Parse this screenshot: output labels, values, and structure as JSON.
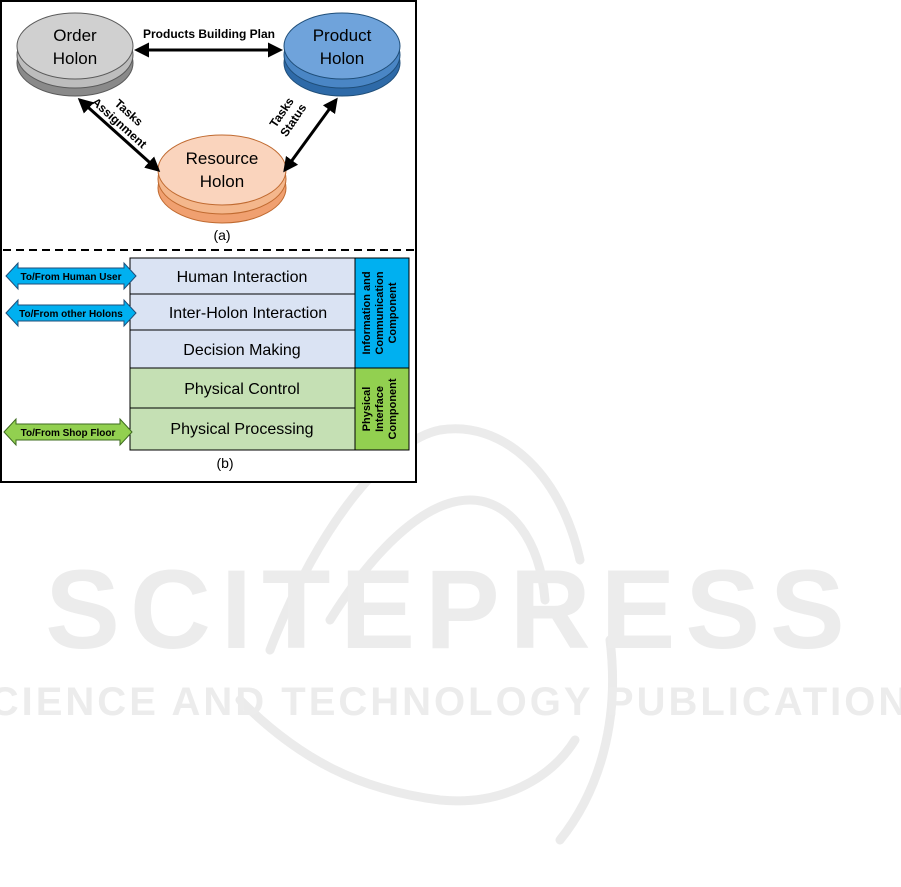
{
  "part_a": {
    "holons": {
      "order": [
        "Order",
        "Holon"
      ],
      "product": [
        "Product",
        "Holon"
      ],
      "resource": [
        "Resource",
        "Holon"
      ]
    },
    "links": {
      "order_product": "Products Building Plan",
      "order_resource": [
        "Tasks",
        "Assignment"
      ],
      "product_resource": [
        "Tasks",
        "Status"
      ]
    },
    "caption": "(a)",
    "colors": {
      "order": "#c8c8c8",
      "product": "#5b9bd5",
      "resource": "#f8cbad"
    }
  },
  "part_b": {
    "layers": [
      "Human Interaction",
      "Inter-Holon Interaction",
      "Decision Making",
      "Physical Control",
      "Physical Processing"
    ],
    "components": {
      "info": [
        "Information and",
        "Communication",
        "Component"
      ],
      "physical": [
        "Physical",
        "Interface",
        "Component"
      ]
    },
    "io_arrows": [
      "To/From Human User",
      "To/From other Holons",
      "To/From Shop Floor"
    ],
    "caption": "(b)",
    "colors": {
      "info_layer": "#dae3f3",
      "physical_layer": "#c5e0b4",
      "info_component": "#00b0f0",
      "physical_component": "#92d050",
      "blue_arrow": "#00b0f0",
      "green_arrow": "#92d050"
    }
  },
  "watermark": {
    "brand": "SCITEPRESS",
    "tagline": "SCIENCE AND TECHNOLOGY PUBLICATIONS"
  }
}
